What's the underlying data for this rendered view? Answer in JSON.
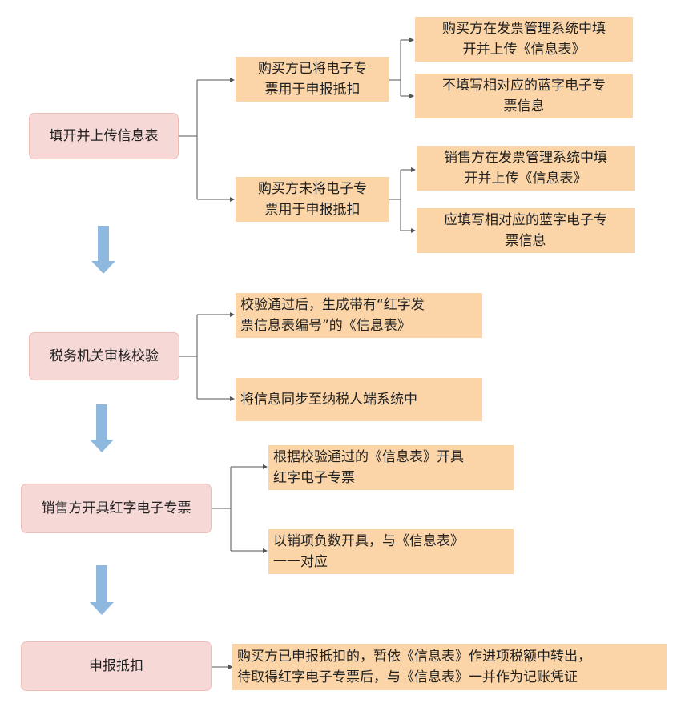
{
  "steps": {
    "s1": "填开并上传信息表",
    "s2": "税务机关审核校验",
    "s3": "销售方开具红字电子专票",
    "s4": "申报抵扣"
  },
  "branches": {
    "b1": "购买方已将电子专\n票用于申报抵扣",
    "b2": "购买方未将电子专\n票用于申报抵扣",
    "b1_1": "购买方在发票管理系统中填\n开并上传《信息表》",
    "b1_2": "不填写相对应的蓝字电子专\n票信息",
    "b2_1": "销售方在发票管理系统中填\n开并上传《信息表》",
    "b2_2": "应填写相对应的蓝字电子专\n票信息",
    "s2_1": "校验通过后，生成带有“红字发\n票信息表编号”的《信息表》",
    "s2_2": "将信息同步至纳税人端系统中",
    "s3_1": "根据校验通过的《信息表》开具\n红字电子专票",
    "s3_2": "以销项负数开具，与《信息表》\n一一对应",
    "s4_1": "购买方已申报抵扣的，暂依《信息表》作进项税额中转出，\n待取得红字电子专票后，与《信息表》一并作为记账凭证"
  },
  "colors": {
    "step_fill": "#f6d9d6",
    "branch_fill": "#fbd5a8",
    "arrow": "#8fb8df",
    "connector": "#555555"
  }
}
